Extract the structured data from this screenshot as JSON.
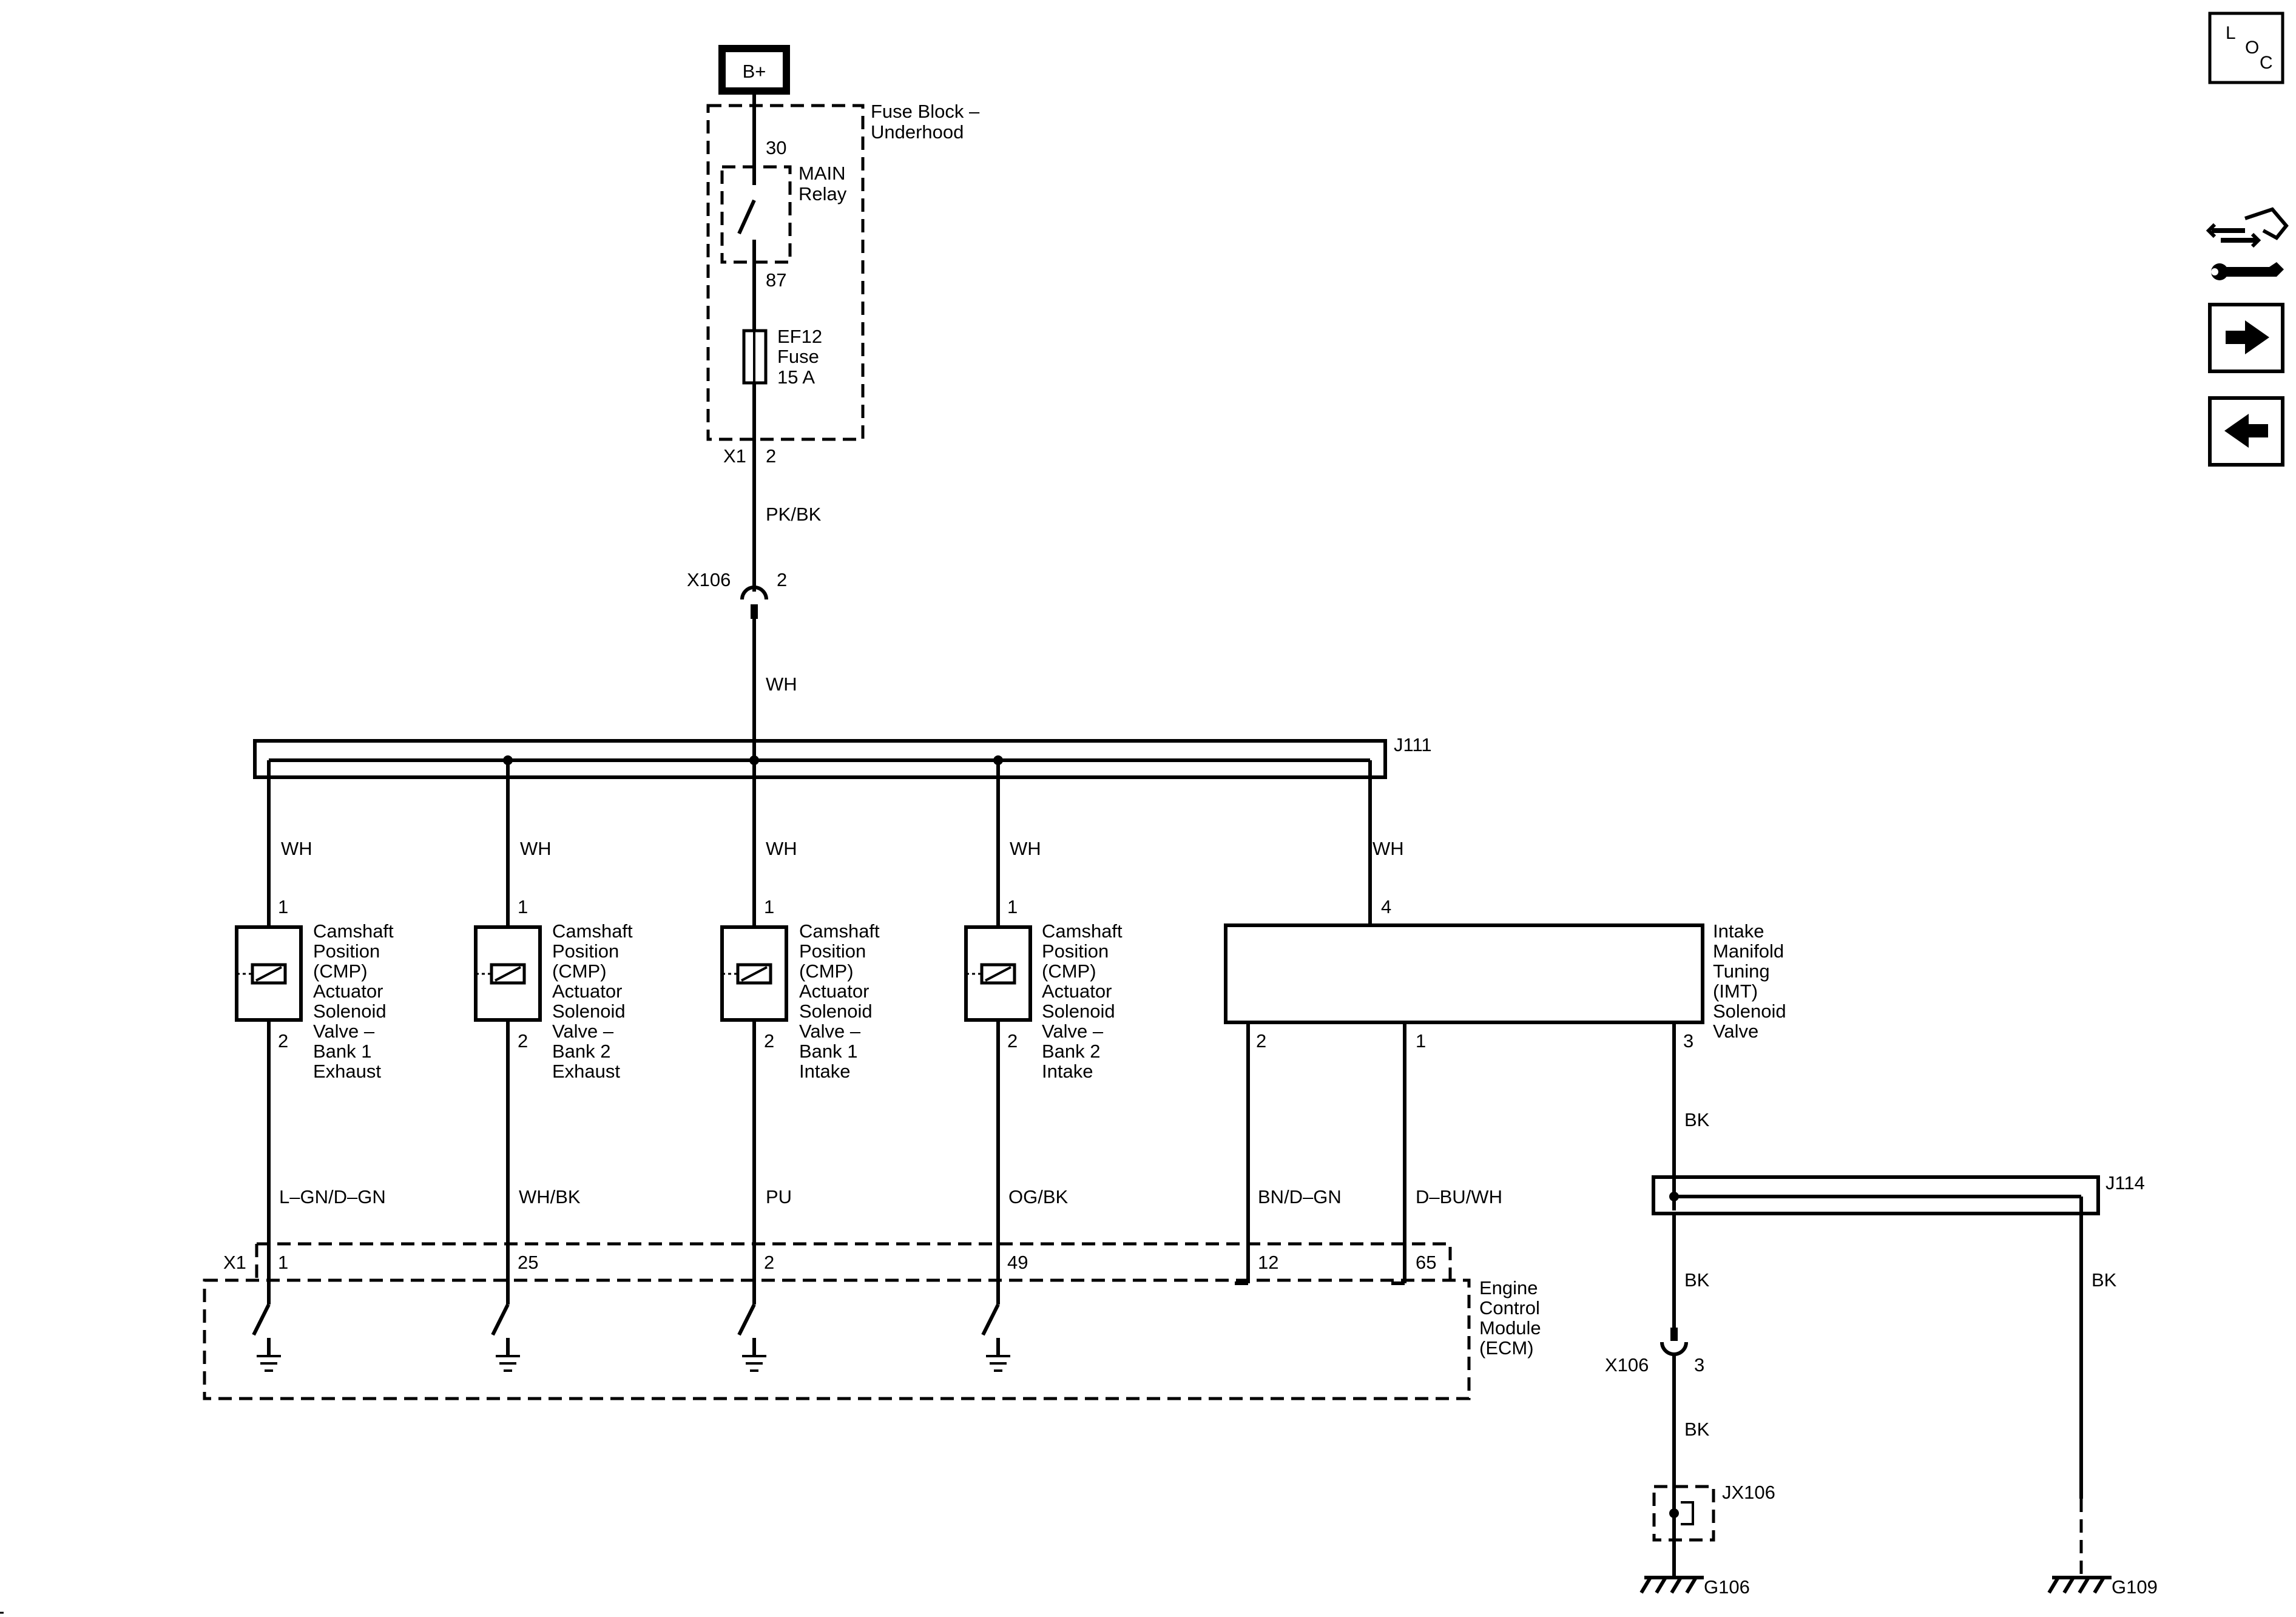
{
  "power": {
    "label": "B+"
  },
  "fuse_block": {
    "title_line1": "Fuse Block –",
    "title_line2": "Underhood",
    "relay_pin_in": "30",
    "relay_pin_out": "87",
    "relay_line1": "MAIN",
    "relay_line2": "Relay",
    "fuse_line1": "EF12",
    "fuse_line2": "Fuse",
    "fuse_line3": "15 A",
    "connector": "X1",
    "connector_pin": "2"
  },
  "wires": {
    "feed": "PK/BK",
    "after_inline": "WH",
    "to_j114": "BK",
    "j114_down": "BK",
    "j114_right": "BK",
    "to_ground": "BK"
  },
  "inline_x106_top": {
    "name": "X106",
    "pin": "2"
  },
  "inline_x106_bottom": {
    "name": "X106",
    "pin": "3"
  },
  "splice_j111": "J111",
  "splice_j114": "J114",
  "splice_jx106": "JX106",
  "solenoids": [
    {
      "wire_in": "WH",
      "pin_in": "1",
      "pin_out": "2",
      "lines": [
        "Camshaft",
        "Position",
        "(CMP)",
        "Actuator",
        "Solenoid",
        "Valve –",
        "Bank 1",
        "Exhaust"
      ],
      "wire_out": "L–GN/D–GN",
      "ecm_pin": "1"
    },
    {
      "wire_in": "WH",
      "pin_in": "1",
      "pin_out": "2",
      "lines": [
        "Camshaft",
        "Position",
        "(CMP)",
        "Actuator",
        "Solenoid",
        "Valve –",
        "Bank 2",
        "Exhaust"
      ],
      "wire_out": "WH/BK",
      "ecm_pin": "25"
    },
    {
      "wire_in": "WH",
      "pin_in": "1",
      "pin_out": "2",
      "lines": [
        "Camshaft",
        "Position",
        "(CMP)",
        "Actuator",
        "Solenoid",
        "Valve –",
        "Bank 1",
        "Intake"
      ],
      "wire_out": "PU",
      "ecm_pin": "2"
    },
    {
      "wire_in": "WH",
      "pin_in": "1",
      "pin_out": "2",
      "lines": [
        "Camshaft",
        "Position",
        "(CMP)",
        "Actuator",
        "Solenoid",
        "Valve –",
        "Bank 2",
        "Intake"
      ],
      "wire_out": "OG/BK",
      "ecm_pin": "49"
    }
  ],
  "imt": {
    "wire_in": "WH",
    "pin_in": "4",
    "lines": [
      "Intake",
      "Manifold",
      "Tuning",
      "(IMT)",
      "Solenoid",
      "Valve"
    ],
    "pin_a": "2",
    "wire_a": "BN/D–GN",
    "ecm_pin_a": "12",
    "pin_b": "1",
    "wire_b": "D–BU/WH",
    "ecm_pin_b": "65",
    "pin_c": "3"
  },
  "ecm": {
    "connector": "X1",
    "lines": [
      "Engine",
      "Control",
      "Module",
      "(ECM)"
    ]
  },
  "grounds": {
    "left": "G106",
    "right": "G109"
  },
  "nav": {
    "loc_l": "L",
    "loc_o": "O",
    "loc_c": "C"
  },
  "colors": {
    "ink": "#000000",
    "paper": "#ffffff"
  }
}
